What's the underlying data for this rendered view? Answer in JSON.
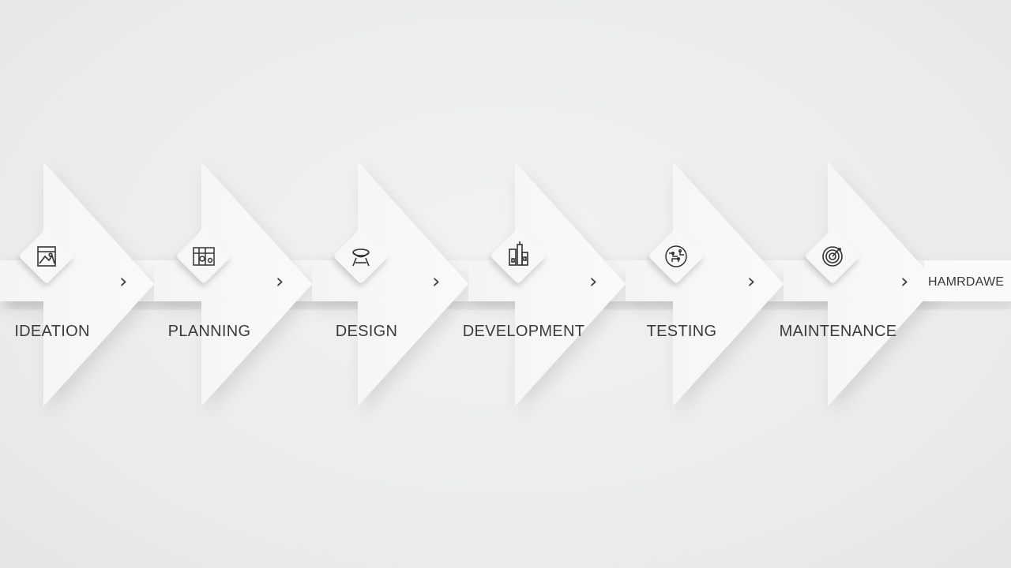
{
  "process": {
    "steps": [
      {
        "label": "IDEATION",
        "icon": "sketch-icon"
      },
      {
        "label": "PLANNING",
        "icon": "blueprint-icon"
      },
      {
        "label": "DESIGN",
        "icon": "drafting-tools-icon"
      },
      {
        "label": "DEVELOPMENT",
        "icon": "building-icon"
      },
      {
        "label": "TESTING",
        "icon": "circuit-globe-icon"
      },
      {
        "label": "MAINTENANCE",
        "icon": "target-icon"
      }
    ],
    "final_label": "HAMRDAWE"
  },
  "colors": {
    "background": "#eceded",
    "chevron": "#f6f6f6",
    "text": "#3b3b3b"
  }
}
